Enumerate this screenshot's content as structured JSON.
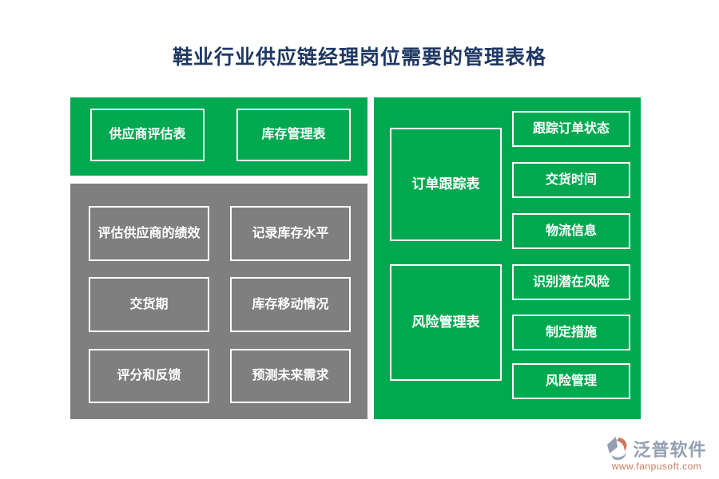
{
  "title": "鞋业行业供应链经理岗位需要的管理表格",
  "colors": {
    "panel_green": "#00A94F",
    "panel_gray": "#7F7F7F",
    "title_navy": "#1F3864",
    "box_border": "#FFFFFF",
    "box_text": "#FFFFFF",
    "brand_gray_blue": "#94A0B2",
    "brand_orange": "#C97A5E"
  },
  "left_top_group": {
    "items": [
      "供应商评估表",
      "库存管理表"
    ]
  },
  "left_detail_group": {
    "rows": [
      [
        "评估供应商的绩效",
        "记录库存水平"
      ],
      [
        "交货期",
        "库存移动情况"
      ],
      [
        "评分和反馈",
        "预测未来需求"
      ]
    ]
  },
  "right_group": {
    "sections": [
      {
        "label": "订单跟踪表",
        "items": [
          "跟踪订单状态",
          "交货时间",
          "物流信息"
        ]
      },
      {
        "label": "风险管理表",
        "items": [
          "识别潜在风险",
          "制定措施",
          "风险管理"
        ]
      }
    ]
  },
  "footer": {
    "brand": "泛普软件",
    "url": "www.fanpusoft.com"
  }
}
